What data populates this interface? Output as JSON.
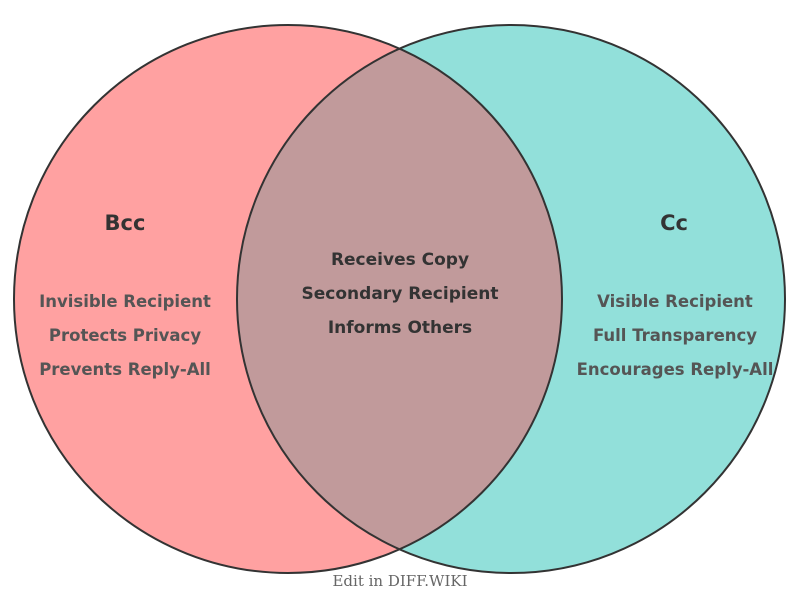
{
  "diagram": {
    "type": "venn2",
    "background": "#FFFFFF",
    "outline_color": "#333333",
    "title_color": "#333333",
    "item_color": "#555555",
    "left": {
      "label": "Bcc",
      "color": "#FFA1A1",
      "items": [
        "Invisible Recipient",
        "Protects Privacy",
        "Prevents Reply-All"
      ]
    },
    "right": {
      "label": "Cc",
      "color": "#92E0DA",
      "items": [
        "Visible Recipient",
        "Full Transparency",
        "Encourages Reply-All"
      ]
    },
    "intersection": {
      "color": "#C19A9B",
      "items": [
        "Receives Copy",
        "Secondary Recipient",
        "Informs Others"
      ]
    }
  },
  "footer": {
    "label": "Edit in DIFF.WIKI",
    "color": "#666666"
  }
}
